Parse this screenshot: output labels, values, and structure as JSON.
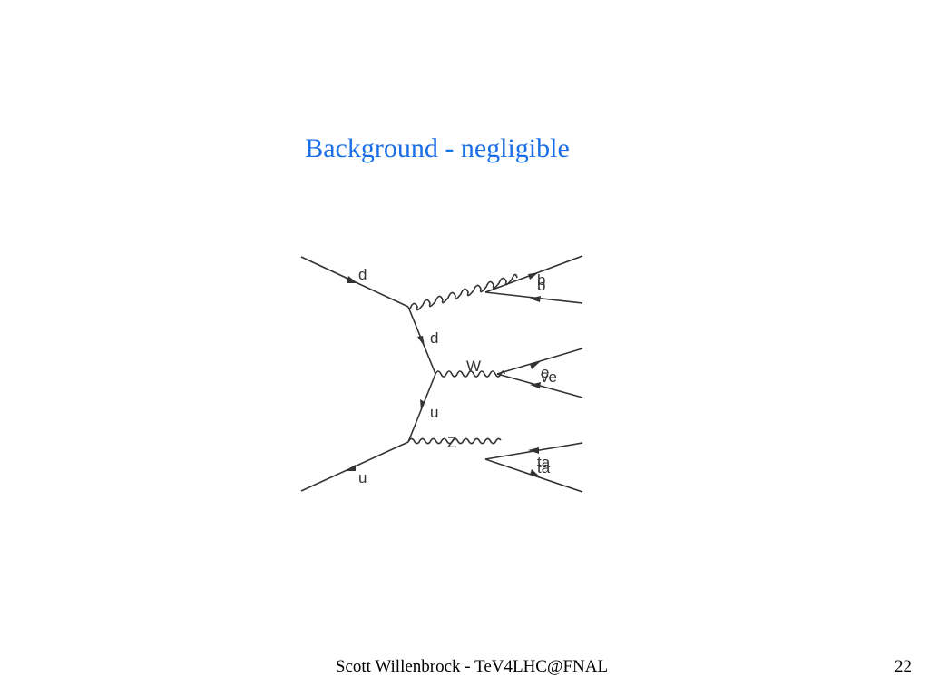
{
  "slide": {
    "title": "Background - negligible",
    "footer": "Scott Willenbrock - TeV4LHC@FNAL",
    "page_number": "22"
  },
  "diagram": {
    "labels": {
      "d_in": "d",
      "d_prop": "d",
      "W": "W",
      "u_prop": "u",
      "Z": "Z",
      "u_out": "u",
      "b": "b",
      "bbar": "b",
      "e": "e",
      "nu_e": "ve",
      "ta": "ta",
      "ta_bar": "ta"
    }
  }
}
